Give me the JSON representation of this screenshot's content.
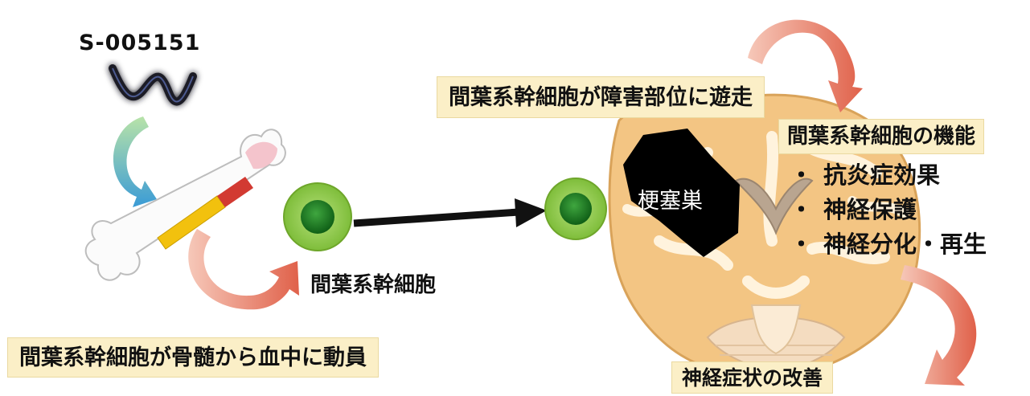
{
  "drug": {
    "name": "S-005151"
  },
  "labels": {
    "msc": "間葉系幹細胞",
    "mobilize": "間葉系幹細胞が骨髄から血中に動員",
    "migrate": "間葉系幹細胞が障害部位に遊走",
    "function_title": "間葉系幹細胞の機能",
    "infarct": "梗塞巣",
    "outcome": "神経症状の改善"
  },
  "functions": [
    "抗炎症効果",
    "神経保護",
    "神経分化・再生"
  ],
  "bullet": "・",
  "colors": {
    "box_fill": "#fbefc7",
    "curved_arrow": "#e8806a",
    "blue_arrow": "#6fb7d6",
    "cell_outer": "#8cc63f",
    "cell_nucleus": "#1e7d1e",
    "bone_marrow": "#f2c10e",
    "bone_red": "#d23a32",
    "brain_tan": "#f0c37a",
    "infarct": "#000000"
  },
  "icons": {
    "drug_molecule": "wavy-line-icon",
    "bone": "bone-icon",
    "cell": "stem-cell-icon",
    "brain": "brain-section-icon"
  }
}
